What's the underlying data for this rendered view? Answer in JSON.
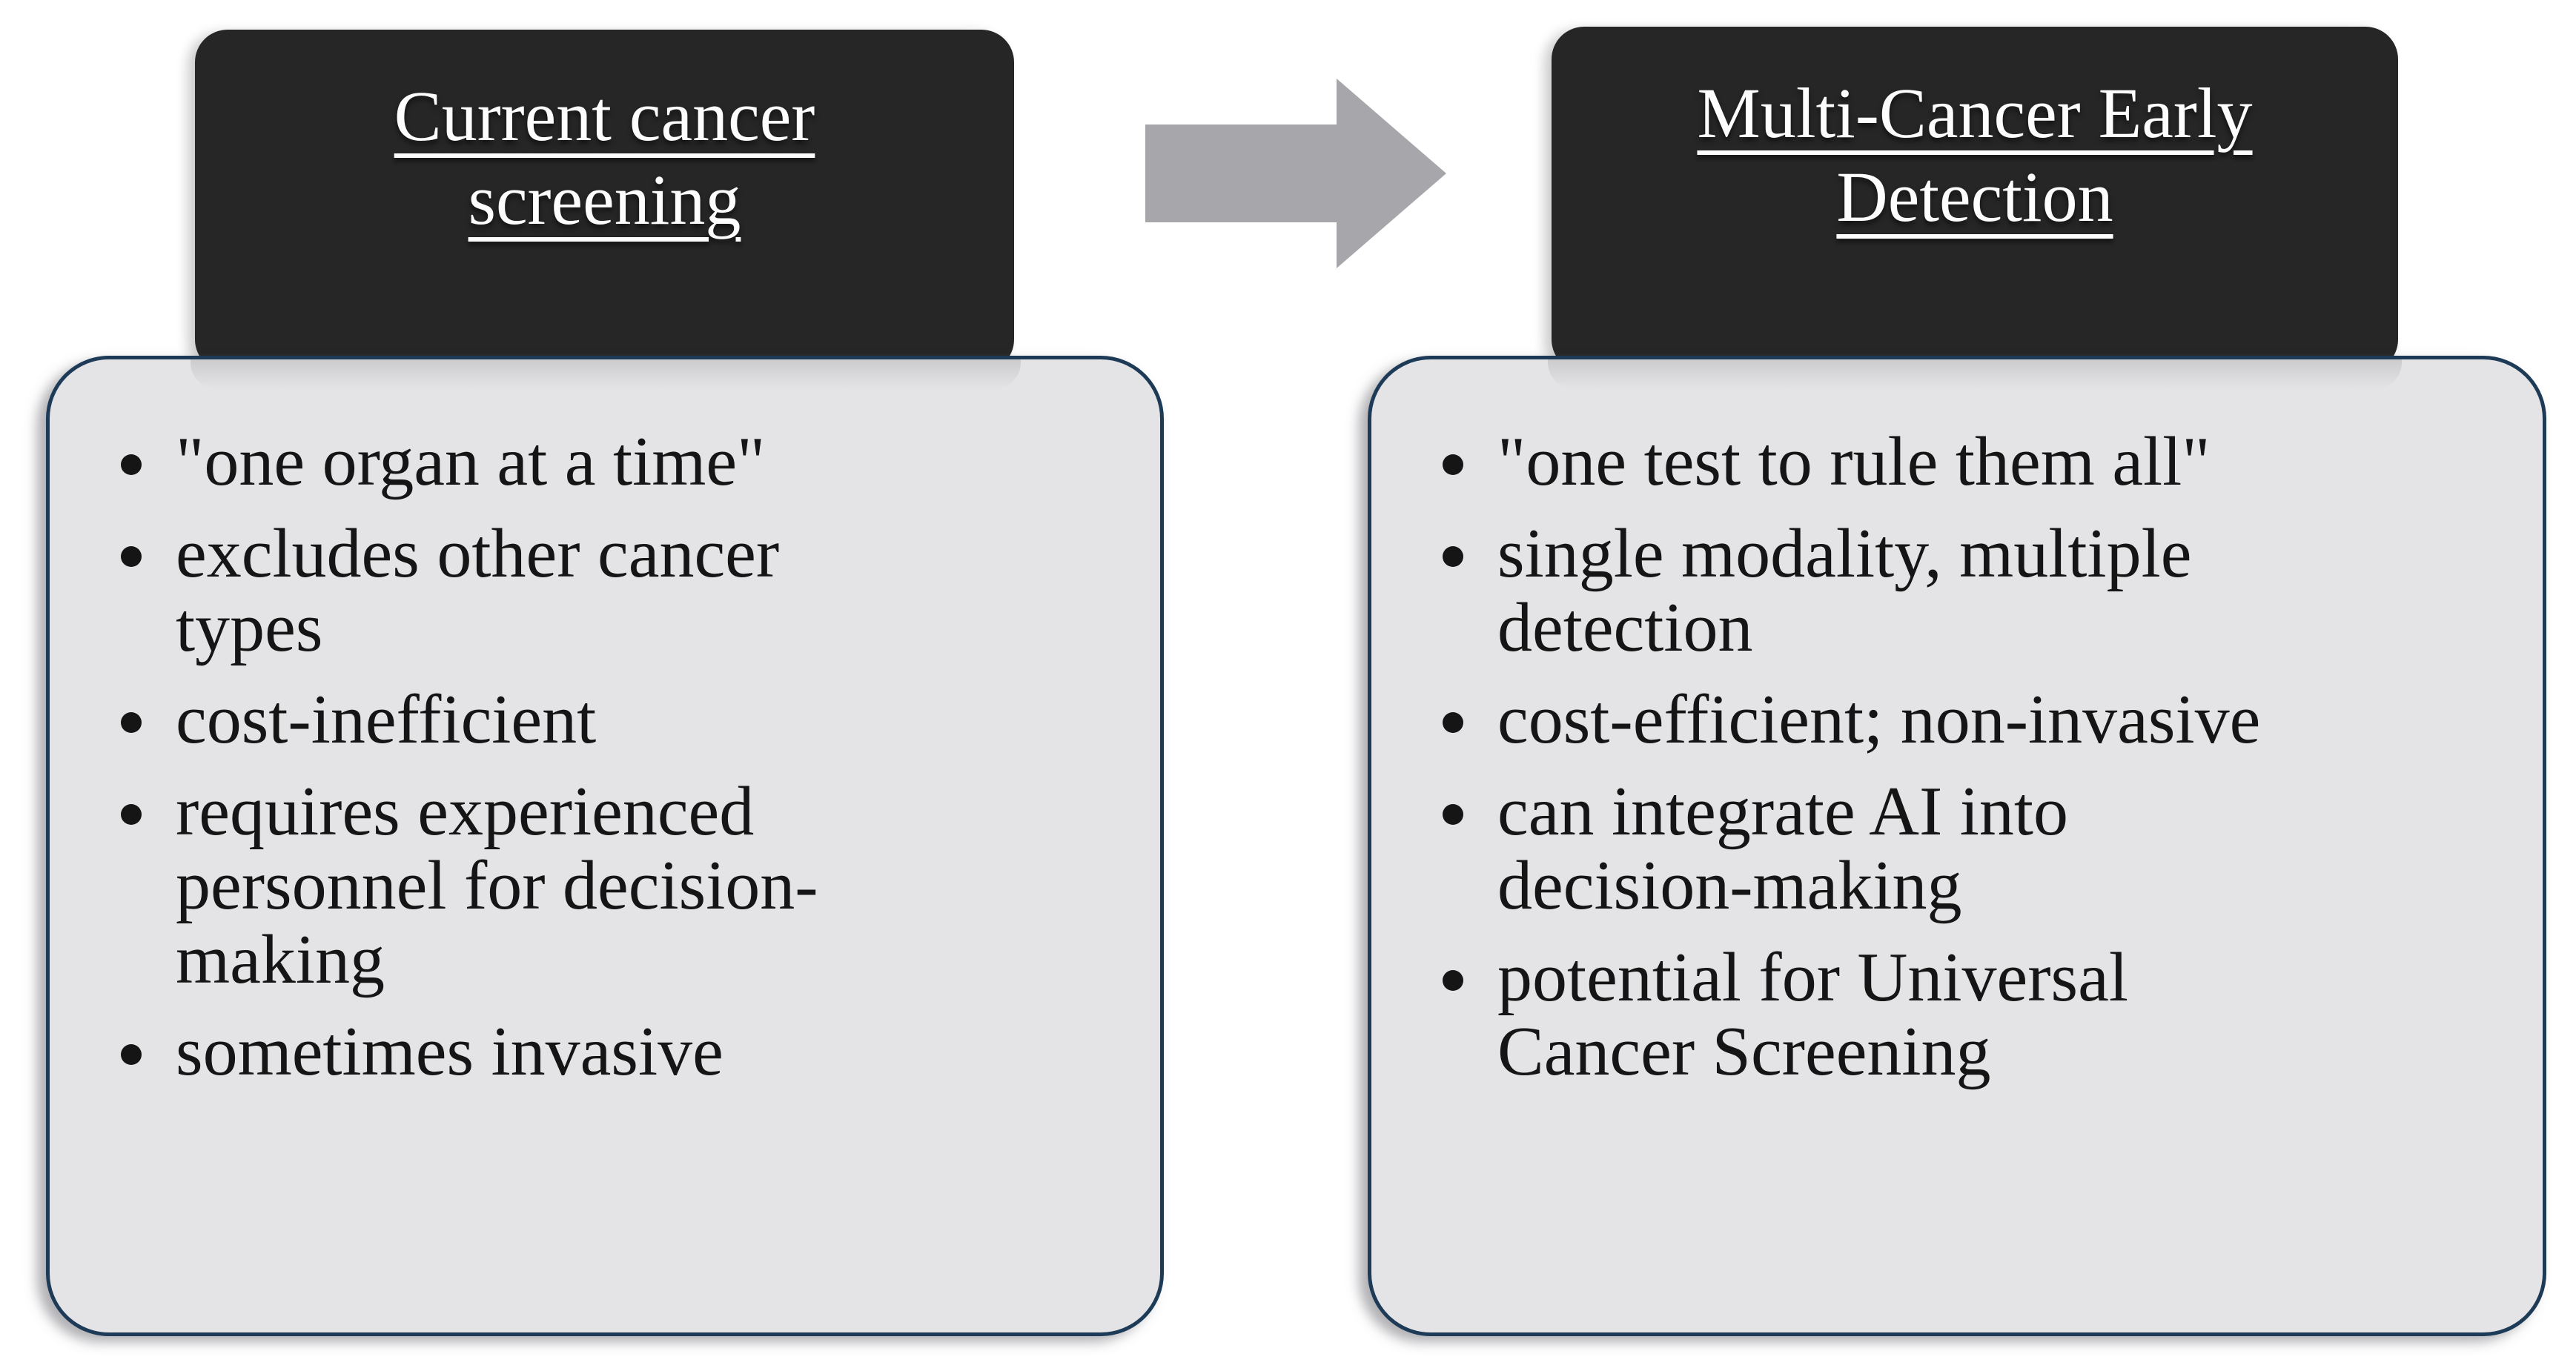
{
  "left": {
    "title": "Current cancer\nscreening",
    "items": [
      "\"one organ at a time\"",
      "excludes other cancer\ntypes",
      "cost-inefficient",
      "requires experienced\npersonnel for decision-\nmaking",
      "sometimes invasive"
    ]
  },
  "right": {
    "title": "Multi-Cancer Early\nDetection",
    "items": [
      "\"one test to rule them all\"",
      "single modality, multiple\ndetection",
      "cost-efficient; non-invasive",
      "can integrate AI into\ndecision-making",
      "potential for Universal\nCancer Screening"
    ]
  },
  "arrow": {
    "direction": "right"
  },
  "colors": {
    "header_bg": "#262626",
    "header_text": "#fdfdfd",
    "body_bg": "#e4e4e6",
    "body_border": "#1d3a57",
    "body_text": "#151515",
    "arrow": "#a7a7ab",
    "canvas_bg": "#ffffff"
  }
}
